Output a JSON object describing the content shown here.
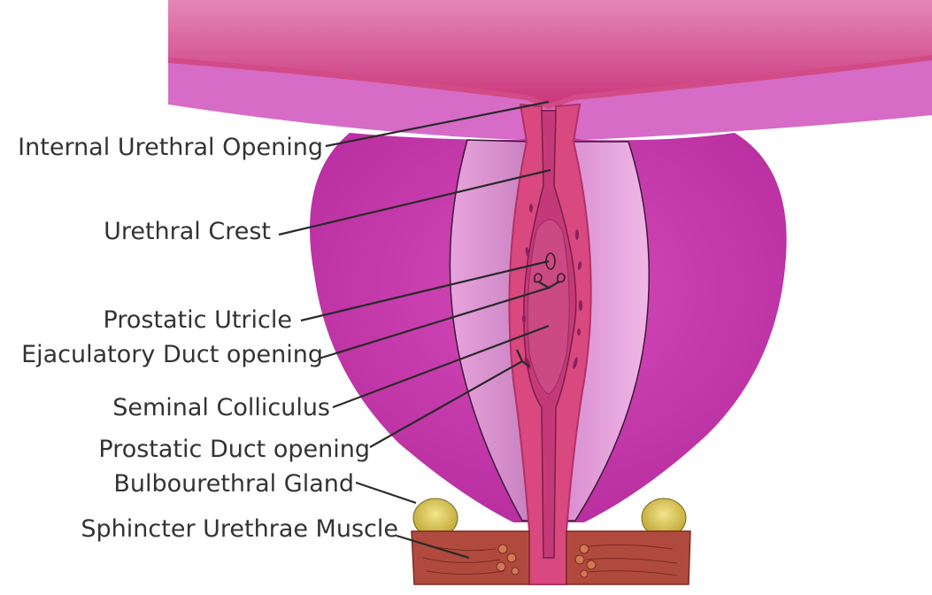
{
  "labels": {
    "internal_urethral_opening": "Internal Urethral Opening",
    "urethral_crest": "Urethral Crest",
    "prostatic_utricle": "Prostatic Utricle",
    "ejaculatory_duct_opening": "Ejaculatory Duct opening",
    "seminal_colliculus": "Seminal Colliculus",
    "prostatic_duct_opening": "Prostatic Duct opening",
    "bulbourethral_gland": "Bulbourethral Gland",
    "sphincter_urethrae_muscle": "Sphincter Urethrae Muscle"
  },
  "colors": {
    "bladder": "#d0508f",
    "bladder_wall": "#d66cc6",
    "prostate": "#c131a6",
    "urethra": "#d9487e",
    "cut_surface": "#e9a6dc",
    "bulbourethral_gland": "#d8c24a",
    "sphincter_muscle": "#b14a3e",
    "label_text": "#333333"
  }
}
